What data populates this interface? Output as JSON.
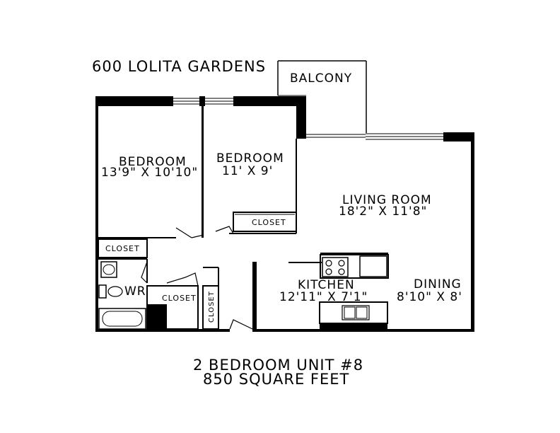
{
  "building": "600 LOLITA GARDENS",
  "rooms": {
    "balcony": "BALCONY",
    "bedroom1": {
      "name": "BEDROOM",
      "size": "13'9\" X 10'10\""
    },
    "bedroom2": {
      "name": "BEDROOM",
      "size": "11' X 9'"
    },
    "living": {
      "name": "LIVING ROOM",
      "size": "18'2\" X 11'8\""
    },
    "kitchen": {
      "name": "KITCHEN",
      "size": "12'11\" X 7'1\""
    },
    "dining": {
      "name": "DINING",
      "size": "8'10\" X 8'"
    },
    "wr": "WR",
    "closet": "CLOSET"
  },
  "unit": {
    "title": "2 BEDROOM UNIT #8",
    "area": "850 SQUARE FEET"
  }
}
